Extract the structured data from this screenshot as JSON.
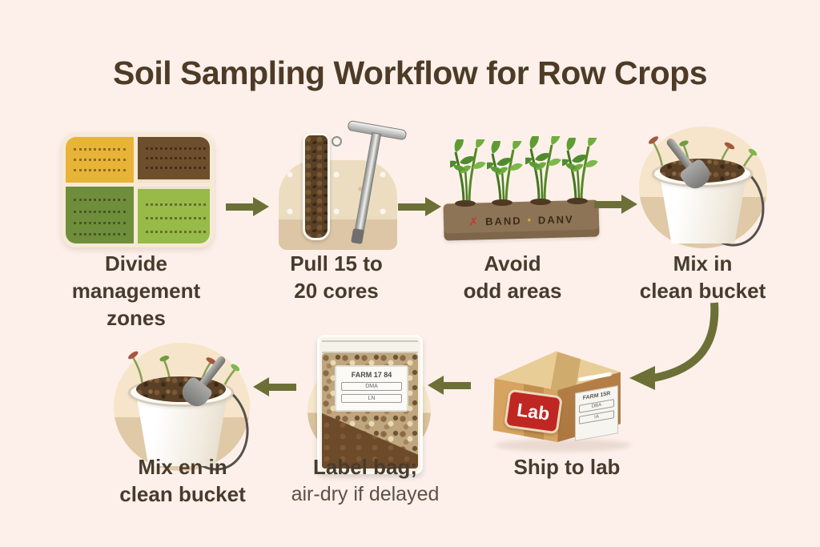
{
  "title": "Soil Sampling Workflow for Row Crops",
  "steps": [
    {
      "id": "divide",
      "line1": "Divide",
      "line2": "management zones"
    },
    {
      "id": "cores",
      "line1": "Pull 15 to",
      "line2": "20 cores"
    },
    {
      "id": "avoid",
      "line1": "Avoid",
      "line2": "odd areas"
    },
    {
      "id": "mix",
      "line1": "Mix in",
      "line2": "clean bucket"
    },
    {
      "id": "ship",
      "line1": "Ship to lab",
      "line2": ""
    },
    {
      "id": "labelbag",
      "line1": "Label bag;",
      "line2": "air-dry if delayed"
    },
    {
      "id": "mix2",
      "line1": "Mix en in",
      "line2": "clean bucket"
    }
  ],
  "illustrations": {
    "soil_strip": {
      "x_mark": "✗",
      "word1": "BAND",
      "dot": "•",
      "word2": "DANV"
    },
    "box": {
      "lab_label": "Lab",
      "ship_label_lines": [
        "FARM 15R",
        "DBA",
        "IA"
      ]
    },
    "bag": {
      "label_lines": [
        "FARM 17 84",
        "DMA",
        "LN"
      ]
    }
  },
  "colors": {
    "background": "#fdf0ea",
    "accent": "#6c7036",
    "title_text": "#4d3b27",
    "caption_text": "#473b2d",
    "field_yellow": "#e8b438",
    "field_dark_brown": "#6e4f2d",
    "field_green": "#6f8e3c",
    "field_light_green": "#98ba48",
    "soil_strip": "#8d7456",
    "lab_red": "#c02722",
    "box_tan": "#d7a360",
    "box_dark": "#a9743c"
  }
}
